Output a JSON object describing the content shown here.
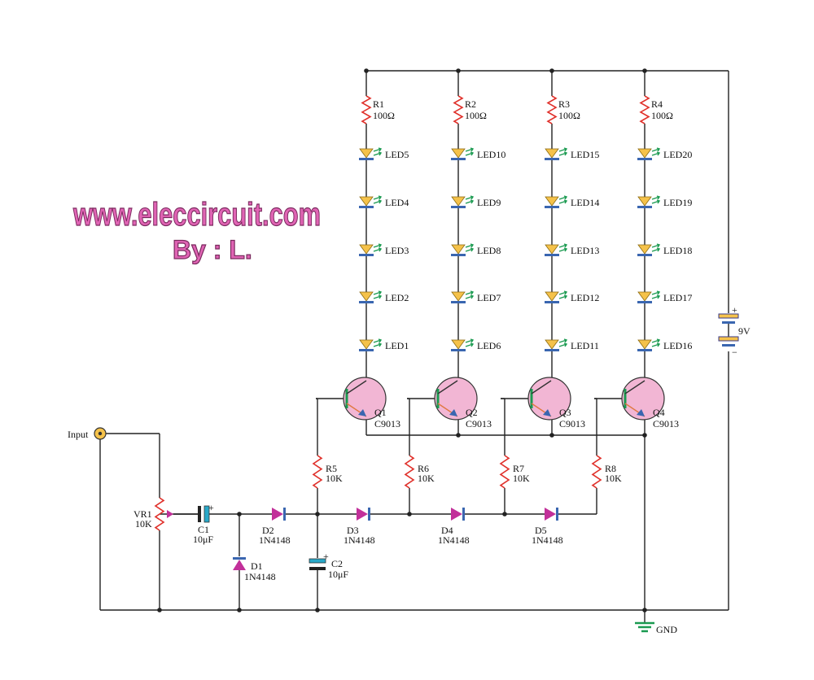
{
  "watermark": {
    "site": "www.eleccircuit.com",
    "author": "By : L."
  },
  "resistors_top": [
    {
      "name": "R1",
      "value": "100Ω"
    },
    {
      "name": "R2",
      "value": "100Ω"
    },
    {
      "name": "R3",
      "value": "100Ω"
    },
    {
      "name": "R4",
      "value": "100Ω"
    }
  ],
  "led_columns": [
    [
      "LED5",
      "LED4",
      "LED3",
      "LED2",
      "LED1"
    ],
    [
      "LED10",
      "LED9",
      "LED8",
      "LED7",
      "LED6"
    ],
    [
      "LED15",
      "LED14",
      "LED13",
      "LED12",
      "LED11"
    ],
    [
      "LED20",
      "LED19",
      "LED18",
      "LED17",
      "LED16"
    ]
  ],
  "transistors": [
    {
      "name": "Q1",
      "part": "C9013"
    },
    {
      "name": "Q2",
      "part": "C9013"
    },
    {
      "name": "Q3",
      "part": "C9013"
    },
    {
      "name": "Q4",
      "part": "C9013"
    }
  ],
  "resistors_base": [
    {
      "name": "R5",
      "value": "10K"
    },
    {
      "name": "R6",
      "value": "10K"
    },
    {
      "name": "R7",
      "value": "10K"
    },
    {
      "name": "R8",
      "value": "10K"
    }
  ],
  "diodes_series": [
    {
      "name": "D2",
      "part": "1N4148"
    },
    {
      "name": "D3",
      "part": "1N4148"
    },
    {
      "name": "D4",
      "part": "1N4148"
    },
    {
      "name": "D5",
      "part": "1N4148"
    }
  ],
  "diode_d1": {
    "name": "D1",
    "part": "1N4148"
  },
  "input": {
    "label": "Input"
  },
  "vr1": {
    "name": "VR1",
    "value": "10K"
  },
  "c1": {
    "name": "C1",
    "value": "10μF",
    "plus": "+"
  },
  "c2": {
    "name": "C2",
    "value": "10μF",
    "plus": "+"
  },
  "battery": {
    "value": "9V",
    "plus": "+",
    "minus": "−"
  },
  "ground": {
    "label": "GND"
  },
  "colors": {
    "wire": "#222222",
    "resistor": "#e0302a",
    "led_body": "#f5c24a",
    "led_bar": "#3a66b0",
    "led_arrows": "#1a9a50",
    "transistor_fill": "#f2b6d4",
    "diode": "#c2309a",
    "capacitor": "#29a8c8",
    "ground": "#1a9a50",
    "watermark": "#e064b4"
  }
}
